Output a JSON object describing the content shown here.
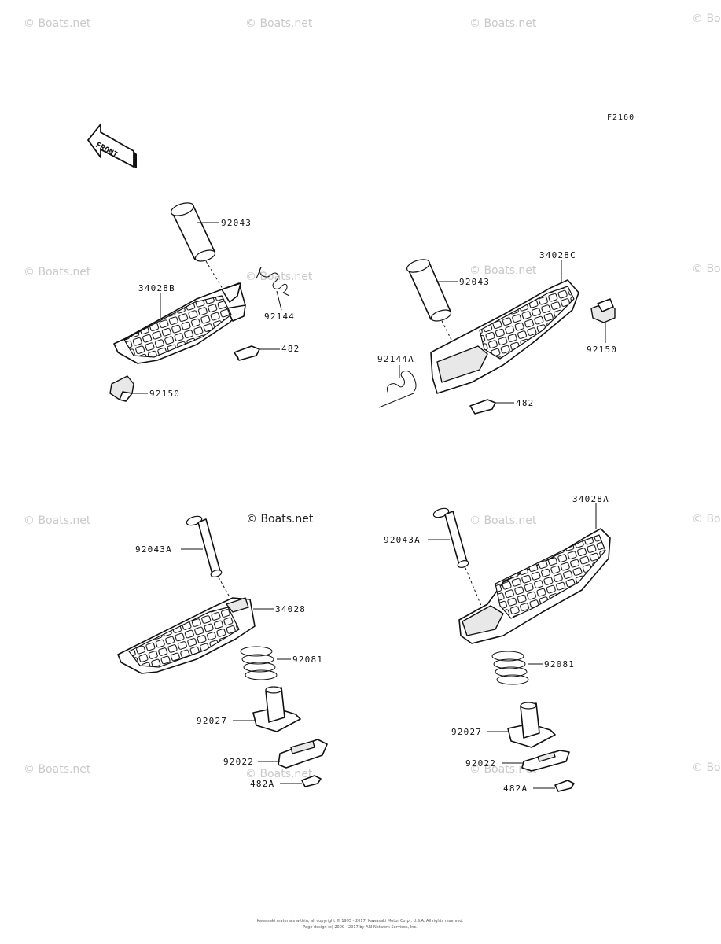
{
  "diagram_code": "F2160",
  "front_label": "FRONT",
  "watermark": "© Boats.net",
  "footer": {
    "line1": "Kawasaki materials within, all copyright © 1995 - 2017, Kawasaki Motor Corp., U.S.A. All rights reserved.",
    "line2": "Page design (c) 2000 - 2017 by ARI Network Services, Inc."
  },
  "parts": {
    "tl_pin": "92043",
    "tl_spring": "92144",
    "tl_footpeg": "34028B",
    "tl_ball": "482",
    "tl_stopper": "92150",
    "tr_footpeg": "34028C",
    "tr_pin": "92043",
    "tr_stopper": "92150",
    "tr_spring": "92144A",
    "tr_ball": "482",
    "bl_pin": "92043A",
    "bl_footpeg": "34028",
    "bl_spring": "92081",
    "bl_bracket": "92027",
    "bl_plate": "92022",
    "bl_ball": "482A",
    "br_footpeg": "34028A",
    "br_pin": "92043A",
    "br_spring": "92081",
    "br_bracket": "92027",
    "br_plate": "92022",
    "br_ball": "482A"
  }
}
